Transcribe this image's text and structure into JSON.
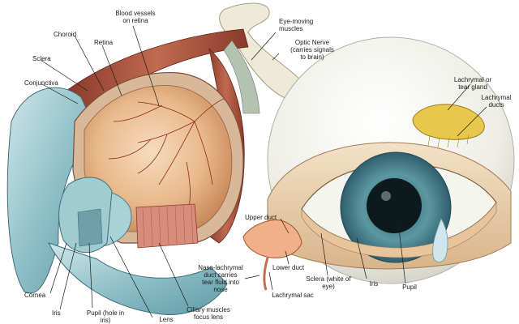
{
  "labels": {
    "blood_vessels": "Blood vessels\non retina",
    "choroid": "Choroid",
    "retina": "Retina",
    "sclera_left": "Sclera",
    "conjunctiva": "Conjunctiva",
    "eye_moving_muscles": "Eye-moving\nmuscles",
    "optic_nerve": "Optic Nerve\n(carries signals\nto brain)",
    "lachrymal_gland": "Lachrymal or\ntear gland",
    "lachrymal_ducts": "Lachrymal\nducts",
    "upper_duct": "Upper duct",
    "lower_duct": "Lower duct",
    "naso_lachrymal": "Naso-lachrymal\nduct carries\ntear fluid into\nnose",
    "lachrymal_sac": "Lachrymal sac",
    "sclera_white": "Sclera (white of\neye)",
    "iris_right": "Iris",
    "pupil_right": "Pupil",
    "cornea": "Cornea",
    "iris_left": "Iris",
    "pupil_left": "Pupil (hole in\niris)",
    "lens": "Lens",
    "ciliary_muscles": "Ciliary muscles\nfocus lens"
  }
}
